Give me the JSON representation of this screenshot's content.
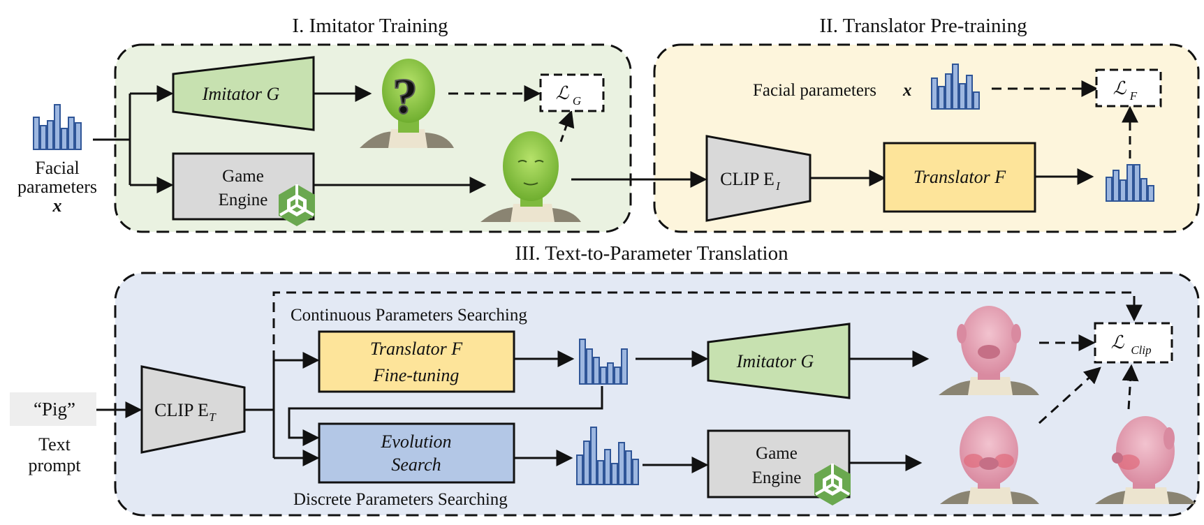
{
  "sections": {
    "imitator_training": "I. Imitator Training",
    "translator_pretraining": "II. Translator Pre-training",
    "text_to_parameter": "III. Text-to-Parameter Translation"
  },
  "inputs": {
    "facial_line1": "Facial",
    "facial_line2": "parameters",
    "facial_x": "x",
    "prompt": "“Pig”",
    "text_line1": "Text",
    "text_line2": "prompt"
  },
  "blocks": {
    "imitator_g": "Imitator G",
    "game_engine_1": "Game",
    "game_engine_2": "Engine",
    "clip_ei": "CLIP E",
    "clip_ei_sub": "I",
    "translator_f": "Translator F",
    "clip_et": "CLIP E",
    "clip_et_sub": "T",
    "translator_ft_1": "Translator F",
    "translator_ft_2": "Fine-tuning",
    "evolution_1": "Evolution",
    "evolution_2": "Search",
    "imitator_g_3": "Imitator G",
    "game_engine_3a": "Game",
    "game_engine_3b": "Engine"
  },
  "losses": {
    "lg": "ℒ",
    "lg_sub": "G",
    "lf": "ℒ",
    "lf_sub": "F",
    "lclip": "ℒ",
    "lclip_sub": "Clip"
  },
  "labels": {
    "facial_params_inline": "Facial parameters",
    "facial_params_x": "x",
    "continuous": "Continuous Parameters Searching",
    "discrete": "Discrete Parameters Searching",
    "question": "?"
  },
  "colors": {
    "green_panel": "#eaf2e1",
    "yellow_panel": "#fdf5dc",
    "blue_panel": "#e3e9f4",
    "green_block": "#c7e1b0",
    "yellow_block": "#fde49a",
    "blue_block": "#b3c7e6",
    "gray_block": "#d9d9d9",
    "bar": "#9db7e0",
    "bar_stroke": "#2f5597",
    "unity": "#6aa84f"
  }
}
